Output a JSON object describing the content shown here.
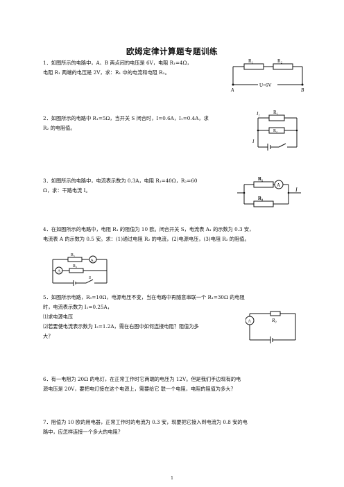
{
  "title": "欧姆定律计算题专题训练",
  "questions": [
    {
      "id": 1,
      "lines": [
        "1．如图所示的电路中，A、B 两点间的电压是 6V，电阻 R₁=4Ω，",
        "电阻 R₁ 两端的电压是 2V，求：R₁ 中的电流和电阻 R₂。"
      ]
    },
    {
      "id": 2,
      "lines": [
        "2．如图所示的电路中 R₁=5Ω，当开关 S 闭合时，I=0.6A，I₁=0.4A，求",
        "R₂ 的电阻值。"
      ]
    },
    {
      "id": 3,
      "lines": [
        "3．如图所示的电路中，电流表示数为 0.3A，电阻 R₁=40Ω，R₂=60",
        "Ω，求：干路电流 I。"
      ]
    },
    {
      "id": 4,
      "lines": [
        "4．在如图所示的电路中，电阻 R₁ 的阻值为 10 欧。闭合开关 S，电流表 A₁ 的示数为 0.3 安，",
        "电流表 A 的示数为 0.5 安。求：(1)通过电阻 R₂ 的电流，(2)电源电压，(3)电阻 R₂ 的阻值。"
      ]
    },
    {
      "id": 5,
      "lines": [
        "5．如图所示电路，R₀=10Ω，电源电压不变，当在电路中再随意串联一个 R₁=30Ω 的电阻",
        "时，电流表示数为 I₁=0.25A，",
        "⑴求电源电压",
        "⑵若要使电流表示数为 I₂=1.2A，需在右图中如何连接电阻？阻值为多",
        "大？"
      ]
    },
    {
      "id": 6,
      "lines": [
        "6．有一电阻为 20Ω 的电灯，在正常工作时它两端的电压为 12V。但是我们手边现有的电",
        "源电压是 20V，要把电灯接在这个电源上，需要给它      联一个电阻，电阻的阻值为多大？"
      ]
    },
    {
      "id": 7,
      "lines": [
        "7．阻值为 10 欧的用电器，正常工作时的电流为 0.3 安，现要把它接入到电流为 0.8 安的电",
        "路中，应怎样连接一个多大的电阻？"
      ]
    }
  ],
  "figures": {
    "fig1": {
      "r1": "R₁",
      "r2": "R₂",
      "a": "A",
      "b": "B",
      "voltage": "U=6V"
    },
    "fig2": {
      "i1": "I₁",
      "r1": "R₁",
      "r2": "R₂",
      "i": "I"
    },
    "fig3": {
      "r1": "R₁",
      "r2": "R₂",
      "ammeter": "A",
      "i": "I"
    },
    "fig4": {
      "r1": "R₁",
      "r2": "R₂",
      "a1": "A₁",
      "a": "A",
      "s": "S"
    },
    "fig5": {
      "a": "A",
      "r0": "R₀"
    }
  },
  "page_number": "1"
}
